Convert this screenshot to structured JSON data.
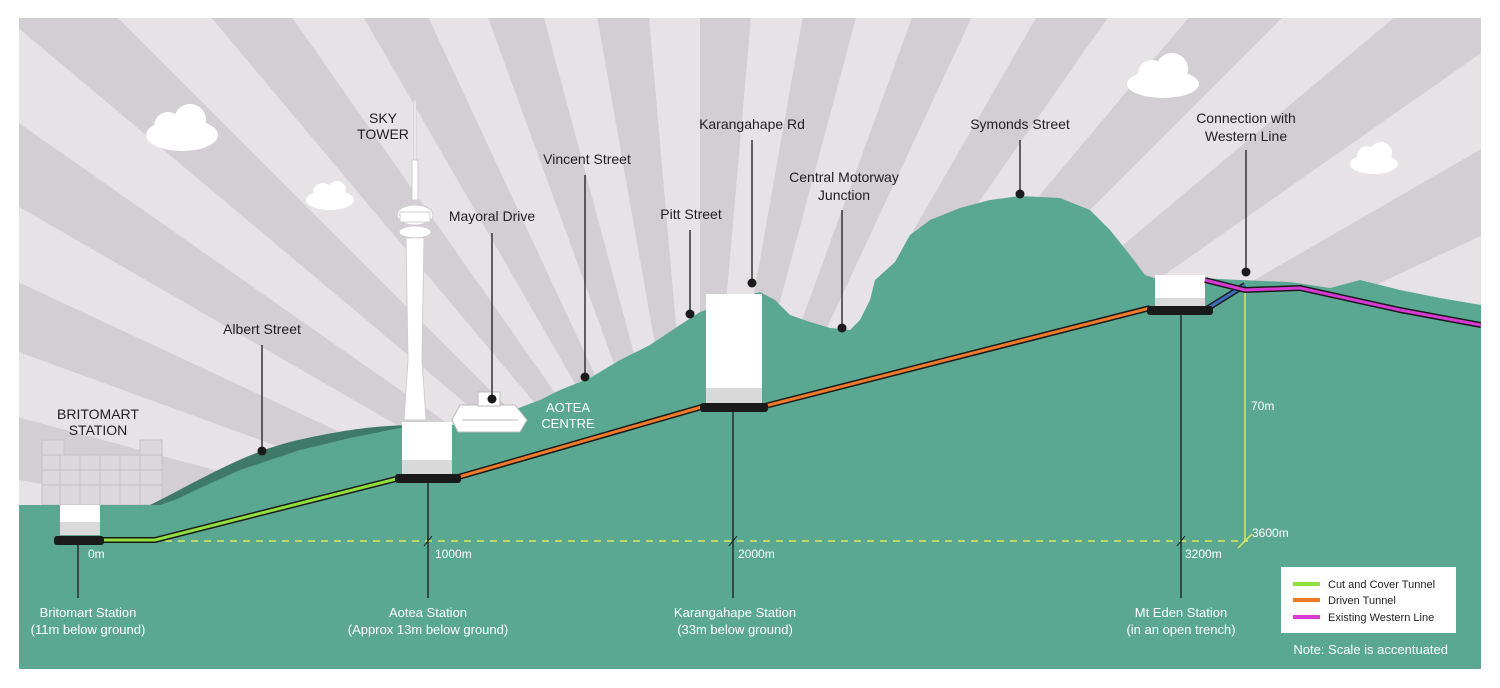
{
  "labels": {
    "britomart_title_1": "BRITOMART",
    "britomart_title_2": "STATION",
    "sky_tower_1": "SKY",
    "sky_tower_2": "TOWER",
    "albert": "Albert Street",
    "mayoral": "Mayoral Drive",
    "aotea_centre_1": "AOTEA",
    "aotea_centre_2": "CENTRE",
    "vincent": "Vincent Street",
    "pitt": "Pitt Street",
    "karangahape_rd": "Karangahape Rd",
    "motorway_1": "Central Motorway",
    "motorway_2": "Junction",
    "symonds": "Symonds Street",
    "western_1": "Connection with",
    "western_2": "Western Line"
  },
  "distances": {
    "d0": "0m",
    "d1000": "1000m",
    "d2000": "2000m",
    "d3200": "3200m",
    "d3600": "3600m",
    "height": "70m"
  },
  "stations": [
    {
      "name": "Britomart Station",
      "depth": "(11m below ground)"
    },
    {
      "name": "Aotea Station",
      "depth": "(Approx 13m below ground)"
    },
    {
      "name": "Karangahape Station",
      "depth": "(33m below ground)"
    },
    {
      "name": "Mt Eden Station",
      "depth": "(in an open trench)"
    }
  ],
  "legend": {
    "items": [
      {
        "label": "Cut and Cover Tunnel",
        "color": "#8fe03c"
      },
      {
        "label": "Driven Tunnel",
        "color": "#f07a2a"
      },
      {
        "label": "Existing Western Line",
        "color": "#d93ad6"
      }
    ]
  },
  "note": "Note: Scale is accentuated",
  "colors": {
    "ground": "#5aa892",
    "sky": "#e6e2e6",
    "sky_ray": "#d3ced3",
    "dark_hill": "#3f7a68",
    "cut_cover": "#8fe03c",
    "driven": "#f07a2a",
    "western": "#d93ad6",
    "mt_eden_link": "#3a6fc4",
    "scale_line": "#e0e85a"
  }
}
